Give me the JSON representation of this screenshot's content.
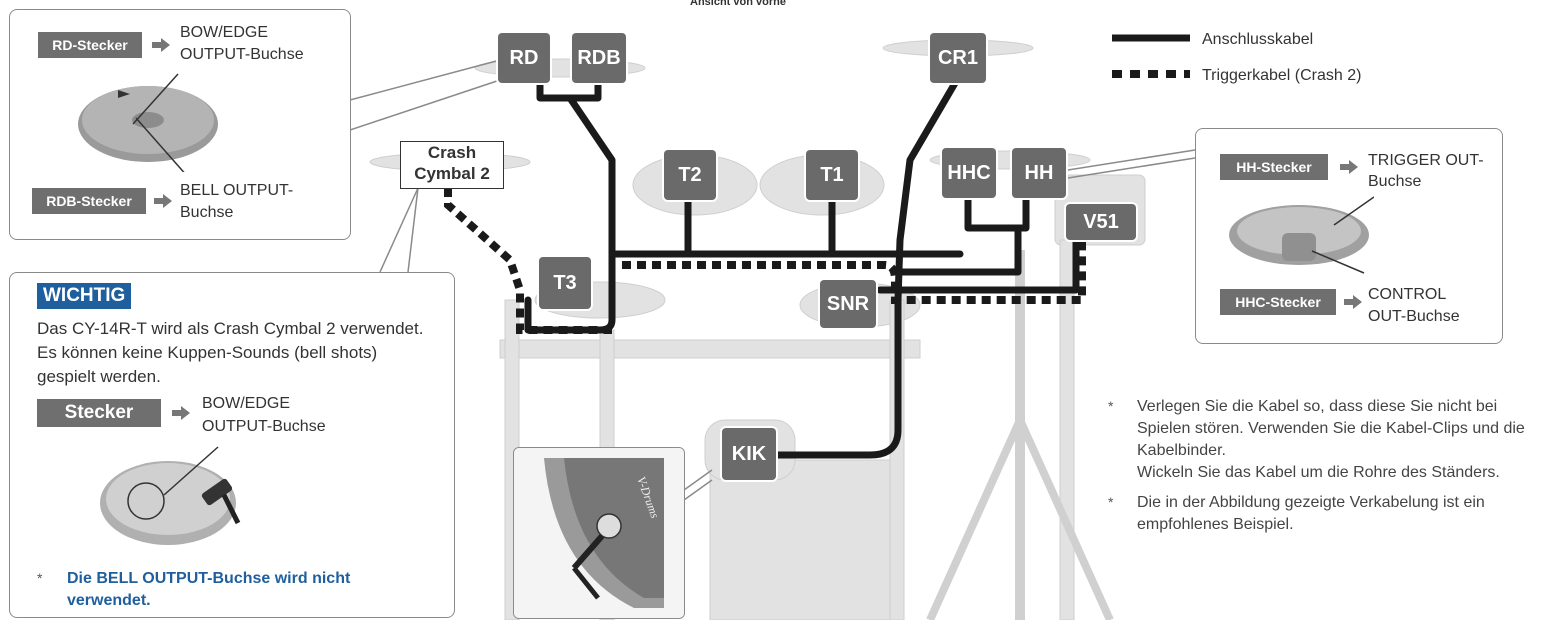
{
  "header": {
    "view_label": "Ansicht von vorne"
  },
  "legend": {
    "connection_cable": "Anschlusskabel",
    "trigger_cable": "Triggerkabel (Crash 2)"
  },
  "pads": {
    "rd": "RD",
    "rdb": "RDB",
    "cr1": "CR1",
    "t2": "T2",
    "t1": "T1",
    "hhc": "HHC",
    "hh": "HH",
    "v51": "V51",
    "t3": "T3",
    "snr": "SNR",
    "kik": "KIK"
  },
  "crash_label": {
    "line1": "Crash",
    "line2": "Cymbal 2"
  },
  "rd_callout": {
    "rd_tag": "RD-Stecker",
    "rd_target_1": "BOW/EDGE",
    "rd_target_2": "OUTPUT-Buchse",
    "rdb_tag": "RDB-Stecker",
    "rdb_target_1": "BELL OUTPUT-",
    "rdb_target_2": "Buchse"
  },
  "hh_callout": {
    "hh_tag": "HH-Stecker",
    "hh_target_1": "TRIGGER OUT-",
    "hh_target_2": "Buchse",
    "hhc_tag": "HHC-Stecker",
    "hhc_target_1": "CONTROL",
    "hhc_target_2": "OUT-Buchse"
  },
  "wichtig": {
    "title": "WICHTIG",
    "line1": "Das CY-14R-T wird als Crash Cymbal 2 verwendet.",
    "line2": "Es können keine Kuppen-Sounds (bell shots)",
    "line3": "gespielt werden.",
    "plug_tag": "Stecker",
    "plug_target_1": "BOW/EDGE",
    "plug_target_2": "OUTPUT-Buchse",
    "star": "*",
    "warning_1": "Die BELL OUTPUT-Buchse wird nicht",
    "warning_2": "verwendet."
  },
  "kick_detail": {
    "brand": "V-Drums"
  },
  "notes": {
    "star": "*",
    "n1_l1": "Verlegen Sie die Kabel so, dass diese Sie nicht bei",
    "n1_l2": "Spielen stören. Verwenden Sie die Kabel-Clips und die",
    "n1_l3": "Kabelbinder.",
    "n1_l4": "Wickeln Sie das Kabel um die Rohre des Ständers.",
    "n2_l1": "Die in der Abbildung gezeigte Verkabelung ist ein",
    "n2_l2": "empfohlenes Beispiel."
  },
  "colors": {
    "pad": "#6a6a6a",
    "accent": "#1f5f9e",
    "cable": "#1a1a1a",
    "kit": "#d8d8d8"
  }
}
